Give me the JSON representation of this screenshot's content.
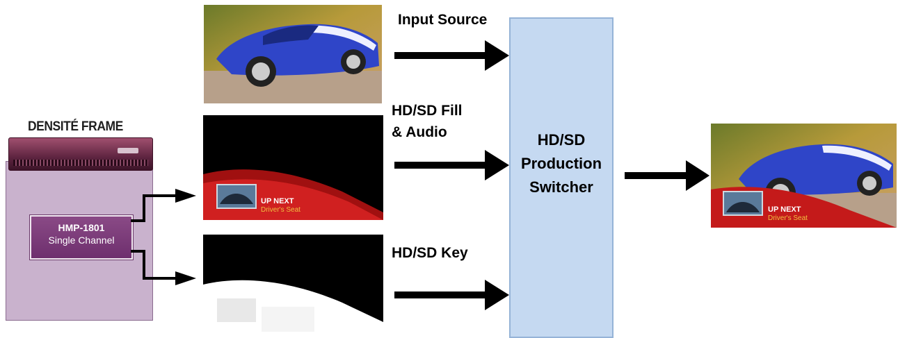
{
  "frame": {
    "title": "DENSITÉ FRAME"
  },
  "module": {
    "line1": "HMP-1801",
    "line2": "Single Channel"
  },
  "signals": {
    "input_source": "Input Source",
    "fill_audio_line1": "HD/SD Fill",
    "fill_audio_line2": "& Audio",
    "key": "HD/SD Key"
  },
  "switcher": {
    "line1": "HD/SD",
    "line2": "Production",
    "line3": "Switcher"
  },
  "lower_third": {
    "up_next": "UP NEXT",
    "subtitle": "Driver's Seat"
  },
  "colors": {
    "switcher_fill": "#c5d9f1",
    "switcher_border": "#95b3d7",
    "frame_fill": "#c9b2cd",
    "module_fill": "#7a3a7a",
    "arrow": "#000000"
  }
}
